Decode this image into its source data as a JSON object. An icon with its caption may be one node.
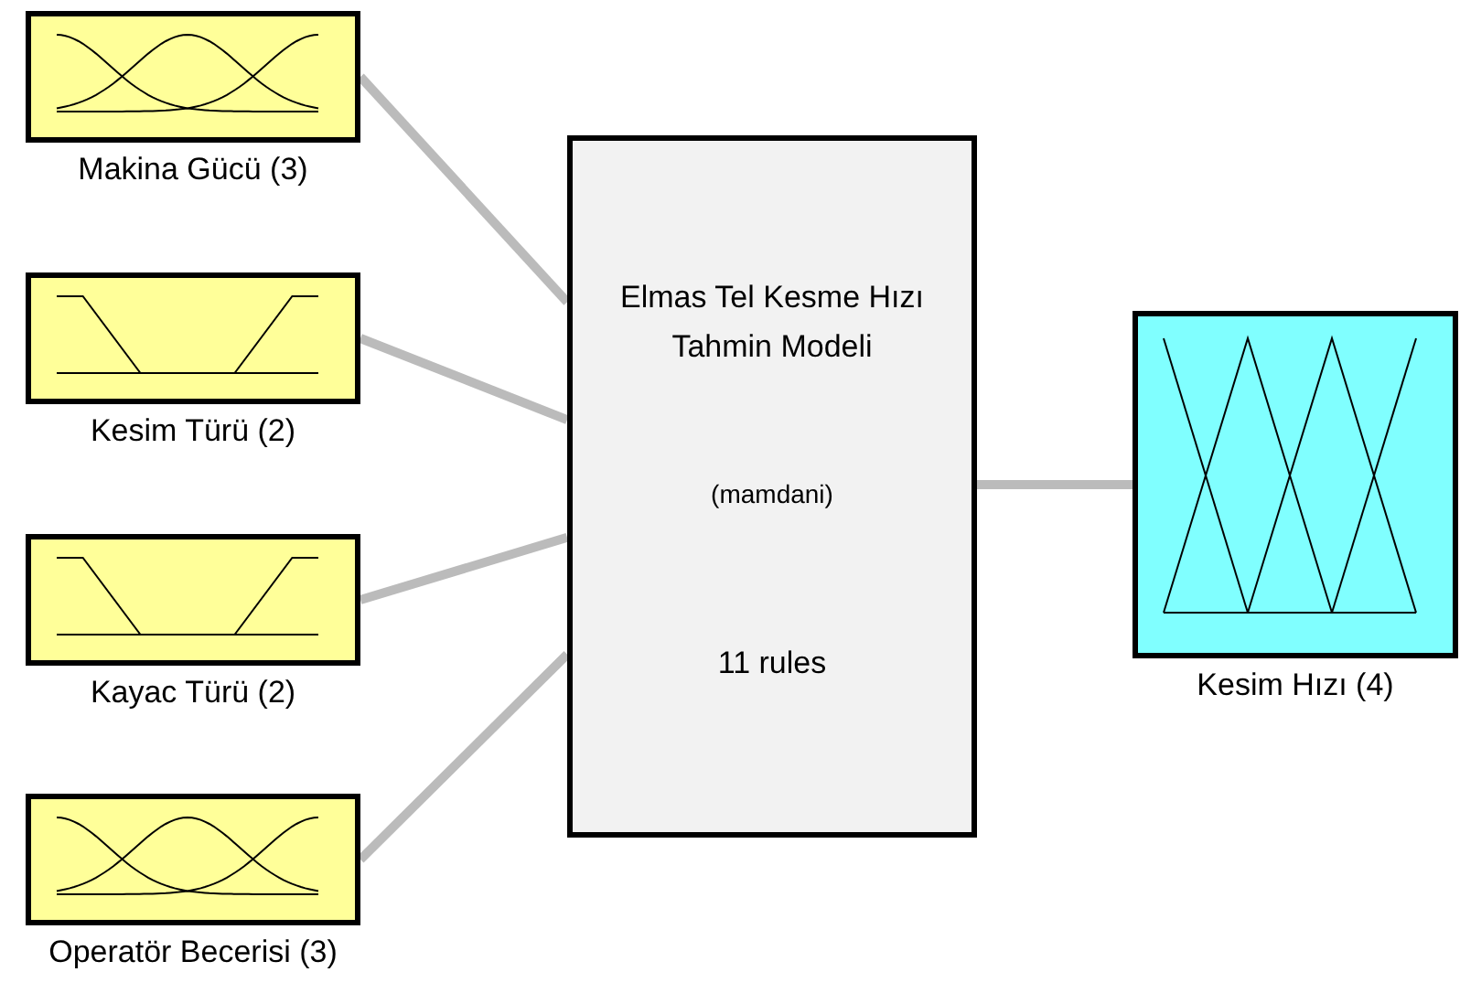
{
  "diagram": {
    "nodes": [
      {
        "text": [],
        "shape": "box",
        "beside": [
          "Makina Gücü (3)"
        ]
      },
      {
        "text": [],
        "shape": "box",
        "beside": [
          "Kesim Türü (2)"
        ]
      },
      {
        "text": [],
        "shape": "box",
        "beside": [
          "Kayac Türü (2)"
        ]
      },
      {
        "text": [],
        "shape": "box",
        "beside": [
          "Operatör Becerisi (3)"
        ]
      },
      {
        "text": [
          "Elmas Tel Kesme Hızı Tahmin Modeli",
          "(mamdani)",
          "11 rules"
        ]
      },
      {
        "text": [],
        "shape": "box",
        "beside": [
          "Kesim Hızı (4)"
        ]
      }
    ],
    "edges": [
      {
        "from": 0,
        "to": 4,
        "arrow": "none"
      },
      {
        "from": 1,
        "to": 4,
        "arrow": "none"
      },
      {
        "from": 2,
        "to": 4,
        "arrow": "none"
      },
      {
        "from": 3,
        "to": 4,
        "arrow": "none"
      },
      {
        "from": 4,
        "to": 5,
        "arrow": "none"
      }
    ]
  }
}
